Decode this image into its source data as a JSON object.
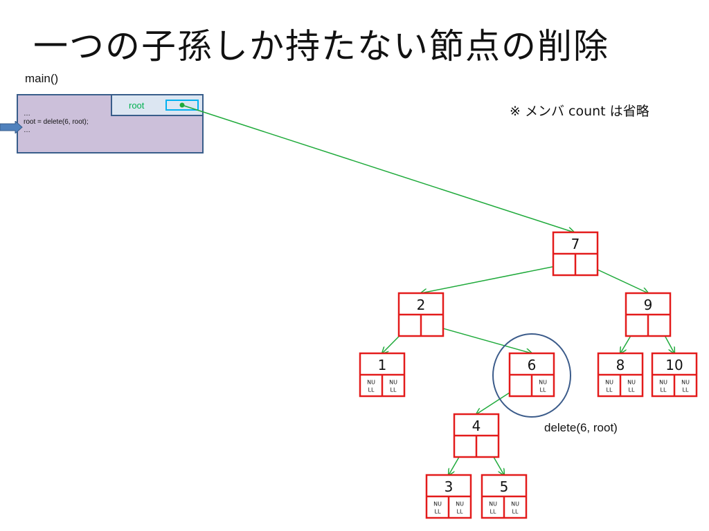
{
  "slide": {
    "title": "一つの子孫しか持たない節点の削除",
    "note": "※ メンバ count は省略"
  },
  "stack_frame": {
    "label": "main()",
    "root_label": "root",
    "code": [
      "…",
      "root = delete(6, root);",
      "…"
    ]
  },
  "call_label": "delete(6, root)",
  "null_text": [
    "NU",
    "LL"
  ],
  "colors": {
    "node_border": "#e31b1b",
    "pointer": "#1faa3b",
    "frame_fill": "#ccc0da",
    "frame_border": "#385d8a",
    "highlight_circle": "#3b5b8a"
  },
  "tree": {
    "root": "7",
    "nodes": [
      {
        "key": "7",
        "left": "2",
        "right": "9"
      },
      {
        "key": "2",
        "left": "1",
        "right": "6"
      },
      {
        "key": "9",
        "left": "8",
        "right": "10"
      },
      {
        "key": "1",
        "left": null,
        "right": null
      },
      {
        "key": "6",
        "left": "4",
        "right": null,
        "highlighted": true
      },
      {
        "key": "8",
        "left": null,
        "right": null
      },
      {
        "key": "10",
        "left": null,
        "right": null
      },
      {
        "key": "4",
        "left": "3",
        "right": "5"
      },
      {
        "key": "3",
        "left": null,
        "right": null
      },
      {
        "key": "5",
        "left": null,
        "right": null
      }
    ]
  }
}
